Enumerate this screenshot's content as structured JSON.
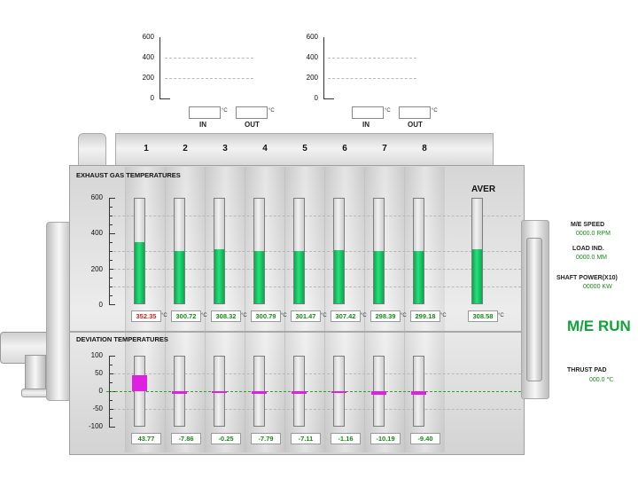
{
  "top_charts": {
    "ticks": [
      "600",
      "400",
      "200",
      "0"
    ],
    "left": {
      "in_label": "IN",
      "out_label": "OUT",
      "unit": "°C"
    },
    "right": {
      "in_label": "IN",
      "out_label": "OUT",
      "unit": "°C"
    }
  },
  "cylinders": {
    "headers": [
      "1",
      "2",
      "3",
      "4",
      "5",
      "6",
      "7",
      "8"
    ],
    "aver_label": "AVER"
  },
  "exhaust": {
    "title": "EXHAUST GAS TEMPERATURES",
    "ticks": [
      "600",
      "400",
      "200",
      "0"
    ],
    "unit": "°C",
    "values": [
      "352.35",
      "300.72",
      "308.32",
      "300.79",
      "301.47",
      "307.42",
      "298.39",
      "299.18"
    ],
    "levels": [
      352.35,
      300.72,
      308.32,
      300.79,
      301.47,
      307.42,
      298.39,
      299.18
    ],
    "aver_value": "308.58",
    "aver_level": 308.58,
    "alarm_color": "#cc2222",
    "normal_color": "#1a8a1a"
  },
  "deviation": {
    "title": "DEVIATION TEMPERATURES",
    "ticks": [
      "100",
      "50",
      "0",
      "-50",
      "-100"
    ],
    "values": [
      "43.77",
      "-7.86",
      "-0.25",
      "-7.79",
      "-7.11",
      "-1.16",
      "-10.19",
      "-9.40"
    ],
    "levels": [
      43.77,
      -7.86,
      -0.25,
      -7.79,
      -7.11,
      -1.16,
      -10.19,
      -9.4
    ]
  },
  "side_panel": {
    "speed_label": "M/E SPEED",
    "speed_value": "0000.0 RPM",
    "load_label": "LOAD IND.",
    "load_value": "0000.0 MM",
    "shaft_label": "SHAFT POWER(X10)",
    "shaft_value": "00000 KW",
    "status": "M/E RUN",
    "thrust_label": "THRUST PAD",
    "thrust_value": "000.0 ℃"
  }
}
